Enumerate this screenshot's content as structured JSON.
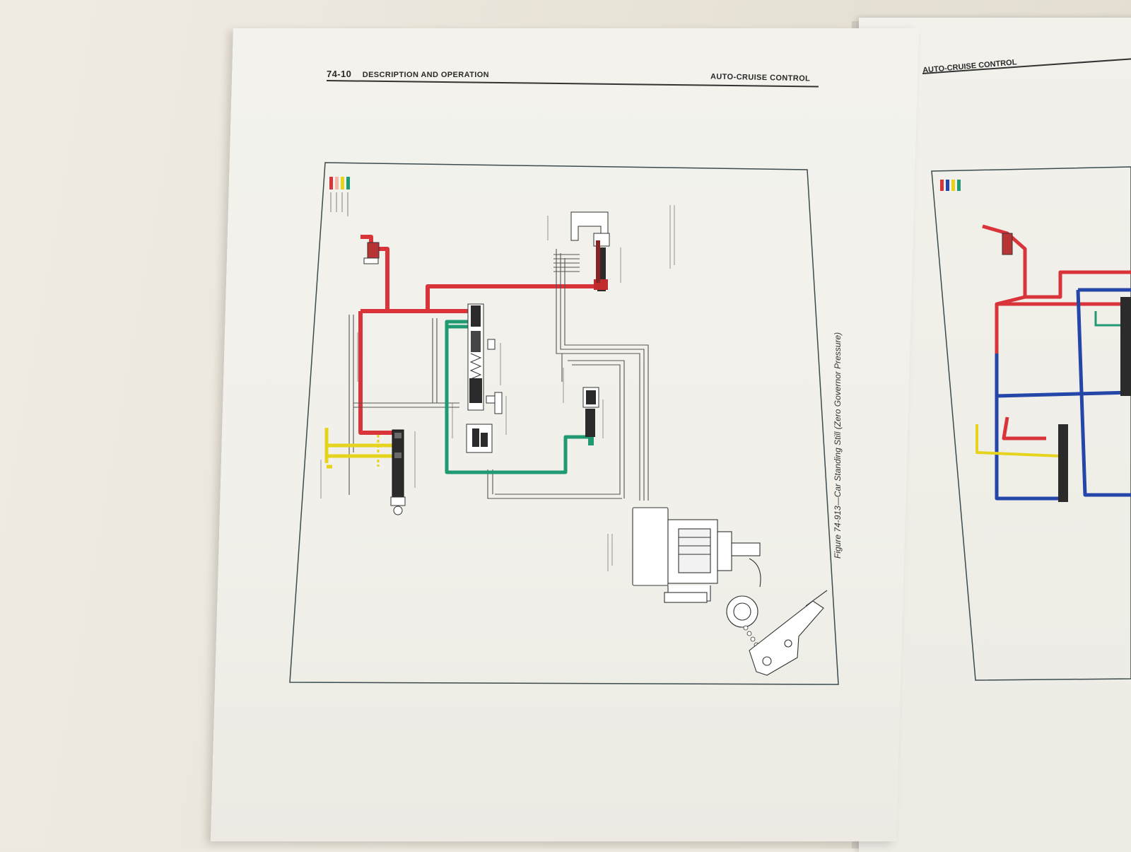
{
  "page": {
    "number": "74-10",
    "section": "DESCRIPTION AND OPERATION",
    "chapter": "AUTO-CRUISE CONTROL"
  },
  "facing_page": {
    "chapter": "AUTO-CRUISE CONTROL"
  },
  "figure": {
    "caption": "Figure 74-913—Car Standing Still (Zero Governor Pressure)",
    "code": "74 913"
  },
  "colors": {
    "red": "#d8343a",
    "yellow": "#e6d31d",
    "green": "#1f9a72",
    "blue": "#2346a8",
    "outline": "#3a3a3a",
    "frame": "#3b4b4f"
  }
}
